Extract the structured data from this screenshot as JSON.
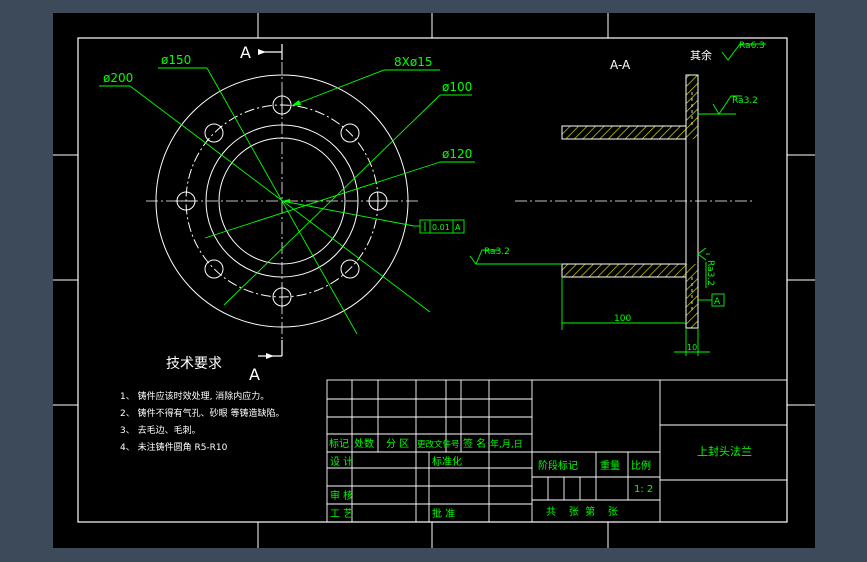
{
  "colors": {
    "viewport": "#3d4a5a",
    "paper": "#000000",
    "outline": "#ffffff",
    "dim": "#00ff00",
    "hatch": "#ffff00",
    "center": "#ffffff",
    "text": "#ffffff",
    "table_green": "#00ff00",
    "title_text": "#00ff00"
  },
  "drawing": {
    "section_letter_top": "A",
    "section_letter_bottom": "A",
    "section_view_label": "A-A",
    "dims": {
      "d150": "ø150",
      "d200": "ø200",
      "holes": "8Xø15",
      "d100": "ø100",
      "d120": "ø120",
      "len100": "100",
      "thk10": "10"
    },
    "tolerance": {
      "value": "0.01",
      "datum": "A"
    },
    "roughness": {
      "rest_prefix": "其余",
      "rest": "Ra6.3",
      "face": "Ra3.2",
      "bore": "Ra3.2",
      "right": "Ra3.2"
    },
    "datum_box": "A"
  },
  "tech": {
    "title": "技术要求",
    "items": [
      "1、 铸件应该时效处理, 消除内应力。",
      "2、 铸件不得有气孔、砂眼 等铸造缺陷。",
      "3、 去毛边、毛刺。",
      "4、 未注铸件圆角 R5-R10"
    ]
  },
  "title_block": {
    "rev": [
      "标记",
      "处数",
      "分 区",
      "更改文件号",
      "签 名",
      "年,月,日"
    ],
    "design": "设 计",
    "standard": "标准化",
    "review": "审 核",
    "process": "工 艺",
    "approve": "批 准",
    "stage_mark": "阶段标记",
    "weight": "重量",
    "scale_label": "比例",
    "scale": "1: 2",
    "sheets": "共    张  第    张",
    "part_name": "上封头法兰"
  }
}
